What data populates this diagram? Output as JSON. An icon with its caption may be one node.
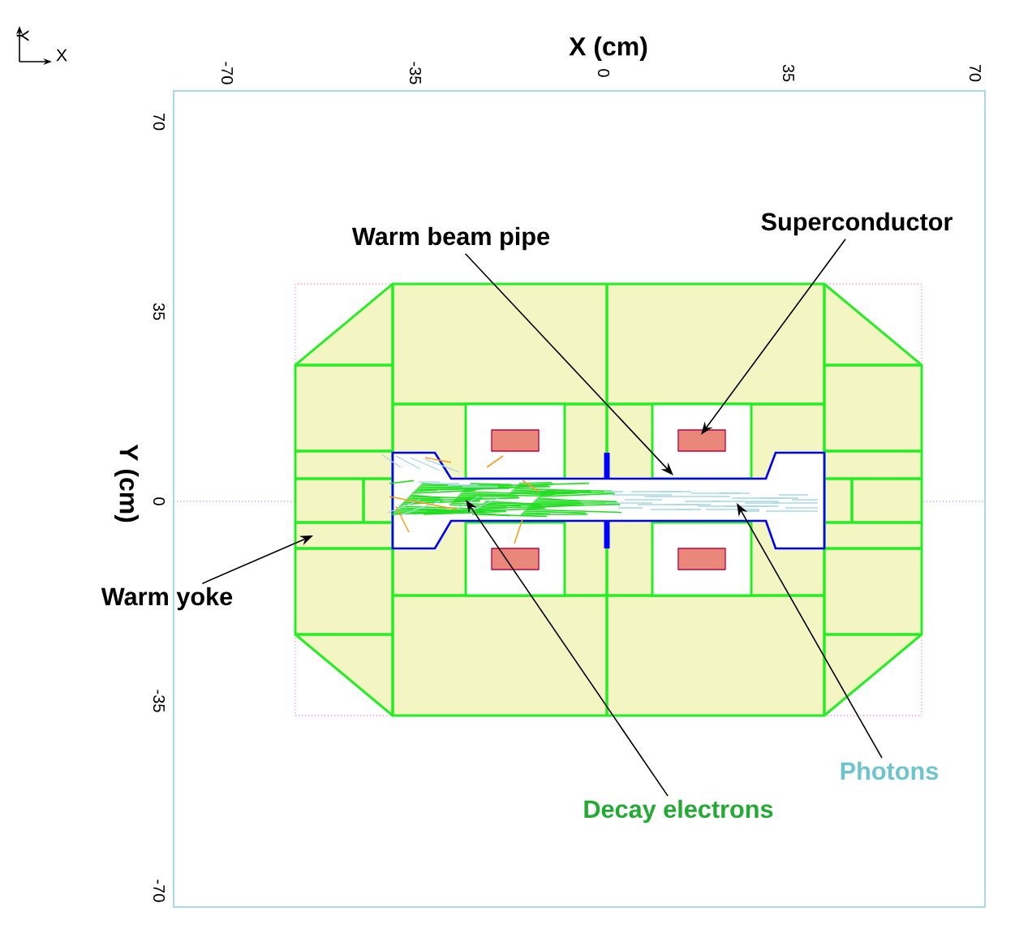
{
  "diagram": {
    "nodes": [
      {
        "text": [
          "Warm beam pipe"
        ]
      },
      {
        "text": [
          "Superconductor"
        ]
      },
      {
        "text": [
          "Warm yoke"
        ]
      },
      {
        "text": [
          "Decay electrons"
        ]
      },
      {
        "text": [
          "Photons"
        ]
      },
      {
        "text": [],
        "shape": "picture"
      },
      {
        "text": [],
        "shape": "picture",
        "in": 5
      },
      {
        "text": [],
        "shape": "box",
        "in": 5
      },
      {
        "text": [],
        "shape": "box",
        "in": 5
      },
      {
        "text": [],
        "shape": "box",
        "in": 5
      },
      {
        "text": [],
        "shape": "box",
        "in": 5
      },
      {
        "text": [],
        "shape": "picture",
        "in": 6
      },
      {
        "text": [],
        "shape": "picture",
        "in": 6
      }
    ],
    "edges": [
      {
        "from": 0,
        "to": 6,
        "arrow": "to"
      },
      {
        "from": 1,
        "to": 8,
        "arrow": "to"
      },
      {
        "from": 2,
        "to": 5,
        "arrow": "to"
      },
      {
        "from": 3,
        "to": 11,
        "arrow": "to"
      },
      {
        "from": 4,
        "to": 12,
        "arrow": "to"
      }
    ],
    "labels": [
      "Y",
      "X",
      "X (cm)",
      "-70",
      "-35",
      "0",
      "35",
      "70",
      "70",
      "35",
      "Y (cm)",
      "0",
      "-35",
      "-70"
    ]
  }
}
